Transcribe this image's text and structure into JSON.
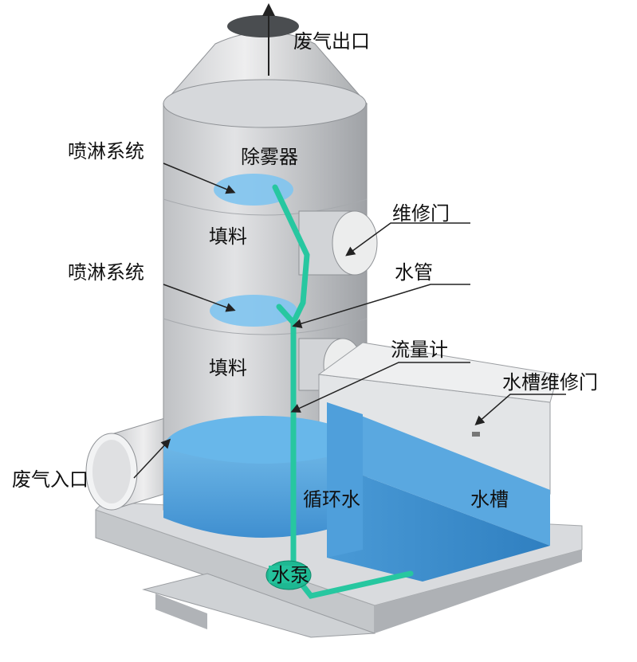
{
  "labels": {
    "exhaust_outlet": "废气出口",
    "spray_system_upper": "喷淋系统",
    "demister": "除雾器",
    "maintenance_door": "维修门",
    "packing_upper": "填料",
    "spray_system_lower": "喷淋系统",
    "water_pipe": "水管",
    "flow_meter": "流量计",
    "packing_lower": "填料",
    "tank_maintenance_door": "水槽维修门",
    "exhaust_inlet": "废气入口",
    "circulating_water": "循环水",
    "water_tank": "水槽",
    "water_pump": "水泵"
  },
  "colors": {
    "tower": "#cfd1d4",
    "water": "#4fa3dc",
    "water_dark": "#3a86c4",
    "pipe": "#27c7a0",
    "frame": "#b9bcc0"
  }
}
